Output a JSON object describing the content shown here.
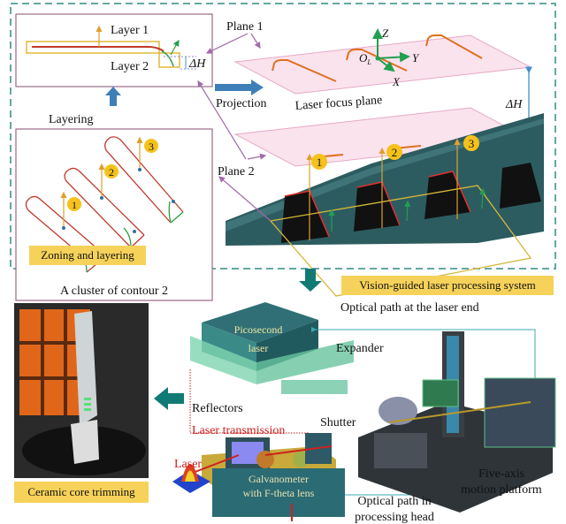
{
  "top_panel": {
    "layer1": "Layer 1",
    "layer2": "Layer 2",
    "delta_h": "ΔH",
    "plane1": "Plane 1",
    "plane2": "Plane 2",
    "projection": "Projection",
    "laser_focus_plane": "Laser focus plane",
    "axis_z": "Z",
    "axis_y": "Y",
    "axis_x": "X",
    "origin": "O",
    "origin_sub": "L",
    "delta_h_right": "ΔH",
    "layering": "Layering",
    "cluster": "A cluster of contour 2",
    "zoning_label": "Zoning and layering",
    "zone_numbers": [
      "1",
      "2",
      "3"
    ]
  },
  "bottom_panel": {
    "system_label": "Vision-guided laser processing system",
    "optical_laser_end": "Optical path at the laser end",
    "picosecond1": "Picosecond",
    "picosecond2": "laser",
    "expander": "Expander",
    "reflectors": "Reflectors",
    "shutter": "Shutter",
    "laser_transmission": "Laser transmission",
    "laser": "Laser",
    "galvo1": "Galvanometer",
    "galvo2": "with F-theta lens",
    "five_axis1": "Five-axis",
    "five_axis2": "motion platform",
    "optical_head1": "Optical path in",
    "optical_head2": "processing head",
    "trimming_label": "Ceramic core trimming"
  },
  "colors": {
    "dashed_border": "#2e8b84",
    "label_bg": "#f6d25a",
    "box_border": "#9a6a88",
    "contour_red": "#c0392b",
    "contour_green": "#2e9e3e",
    "arrow_blue": "#3f7fb8",
    "arrow_teal": "#117a74",
    "plane_fill": "#fbe3ee",
    "model_teal": "#2d5c60",
    "laser_red": "#cc2222"
  }
}
